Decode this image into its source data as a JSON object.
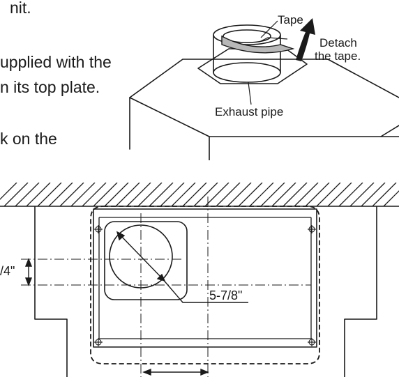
{
  "instructions": {
    "line1": "nit.",
    "line2": "upplied with the",
    "line3": "n its top plate.",
    "line4": "k on the"
  },
  "top_figure": {
    "tape_label": "Tape",
    "detach_line1": "Detach",
    "detach_line2": "the tape.",
    "exhaust_label": "Exhaust pipe"
  },
  "bottom_figure": {
    "offset_dim": "/4\"",
    "diameter_dim": "5-7/8\""
  }
}
